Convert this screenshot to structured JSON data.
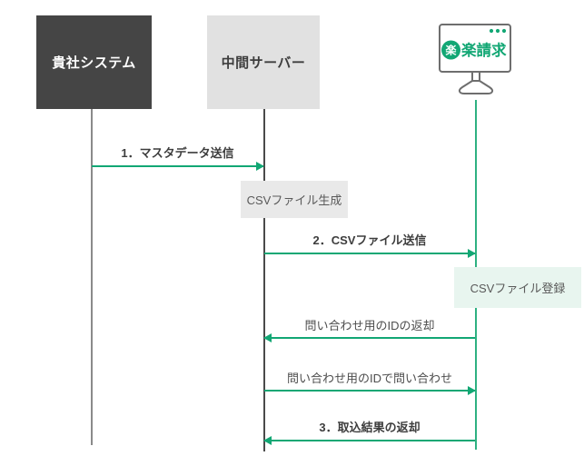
{
  "colors": {
    "green": "#12a774",
    "lifeline_green": "#2eb181",
    "lifeline_gray": "#8a8a8a",
    "lifeline_dark": "#4a4a4a",
    "dark_box": "#454545",
    "gray_box": "#e1e1e1",
    "note_gray": "#e9e9e9",
    "note_mint": "#e8f5ef",
    "text_dark": "#3d3d3d",
    "text_mid": "#4d4d4d",
    "text_note": "#5a5a5a",
    "monitor_border": "#6e6e6e"
  },
  "actors": [
    {
      "label": "貴社システム"
    },
    {
      "label": "中間サーバー"
    },
    {
      "label": "楽楽請求",
      "logo_badge": "楽",
      "logo_text": "楽請求"
    }
  ],
  "messages": [
    {
      "label": "1．マスタデータ送信",
      "from": "貴社システム",
      "to": "中間サーバー",
      "direction": "right",
      "bold": true
    },
    {
      "label": "2．CSVファイル送信",
      "from": "中間サーバー",
      "to": "楽楽請求",
      "direction": "right",
      "bold": true
    },
    {
      "label": "問い合わせ用のIDの返却",
      "from": "楽楽請求",
      "to": "中間サーバー",
      "direction": "left",
      "bold": false
    },
    {
      "label": "問い合わせ用のIDで問い合わせ",
      "from": "中間サーバー",
      "to": "楽楽請求",
      "direction": "right",
      "bold": false
    },
    {
      "label": "3．取込結果の返却",
      "from": "楽楽請求",
      "to": "中間サーバー",
      "direction": "left",
      "bold": true
    }
  ],
  "notes": [
    {
      "label": "CSVファイル生成",
      "on": "中間サーバー"
    },
    {
      "label": "CSVファイル登録",
      "on": "楽楽請求"
    }
  ]
}
